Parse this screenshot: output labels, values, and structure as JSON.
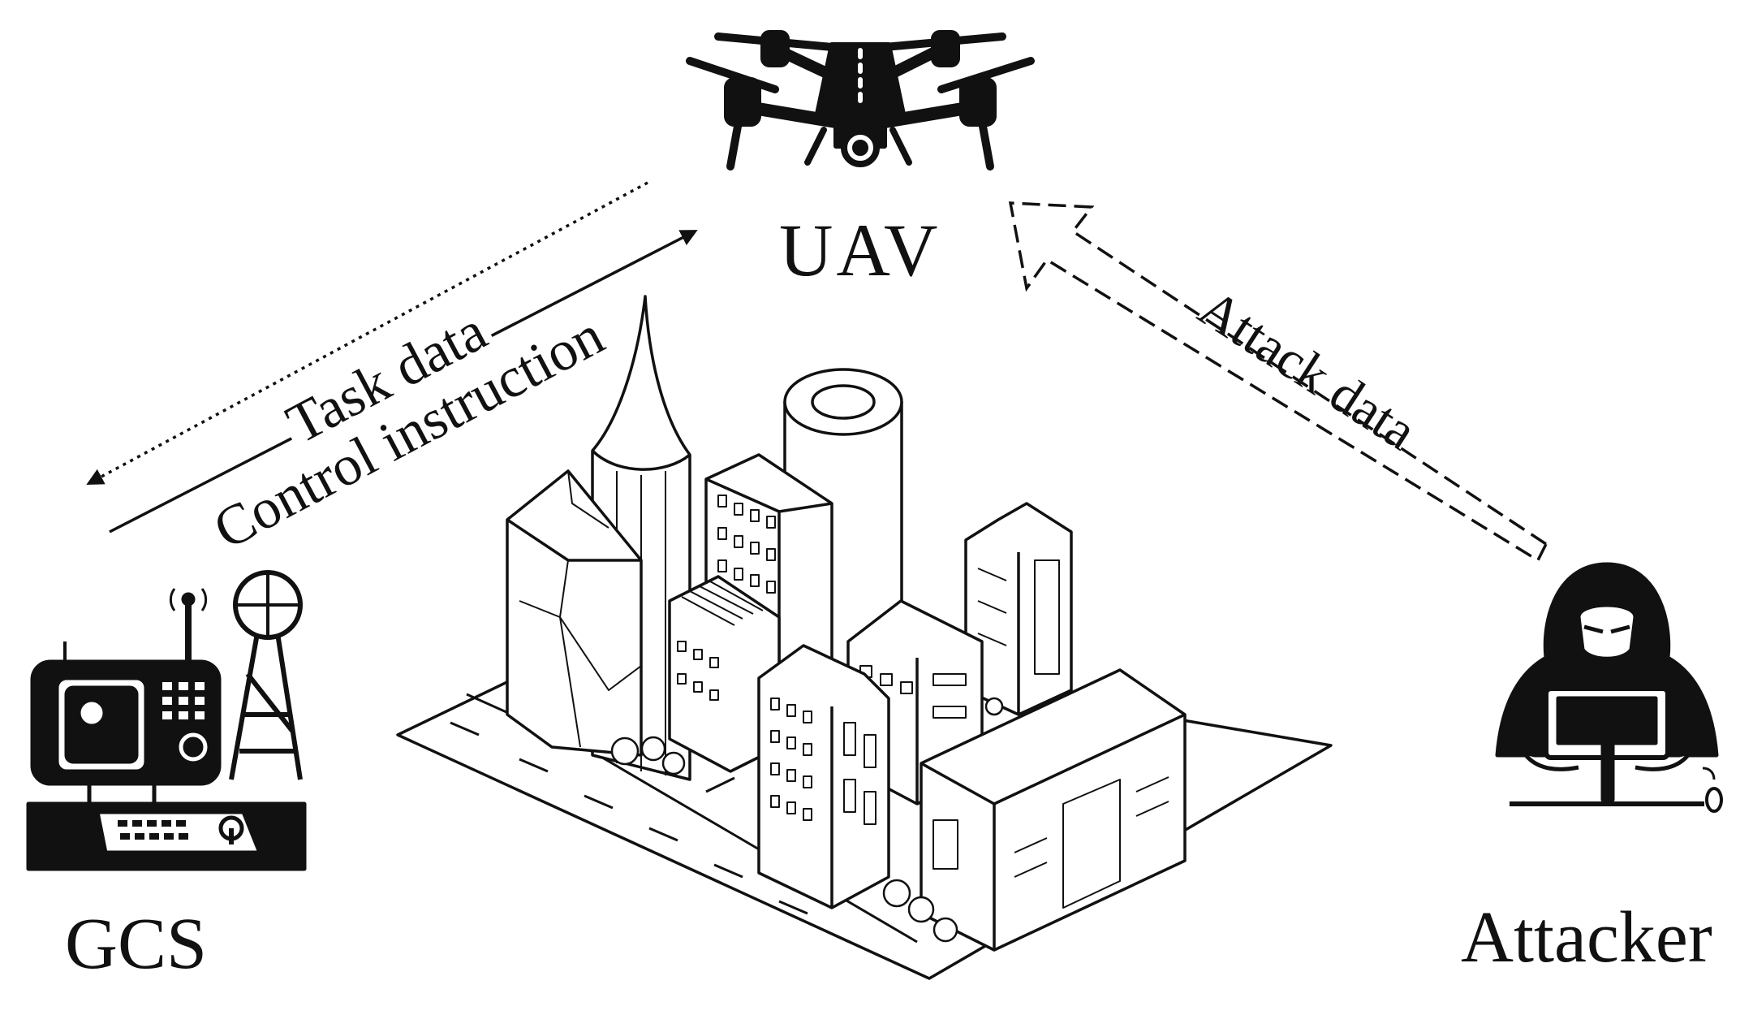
{
  "nodes": {
    "uav": {
      "label": "UAV",
      "icon": "drone-icon"
    },
    "gcs": {
      "label": "GCS",
      "icon": "ground-control-station-icon"
    },
    "attacker": {
      "label": "Attacker",
      "icon": "hacker-icon"
    },
    "city": {
      "icon": "city-block-icon"
    }
  },
  "edges": {
    "task_data": {
      "label": "Task data",
      "from": "UAV",
      "to": "GCS",
      "style": "dotted"
    },
    "control_instruction": {
      "label": "Control instruction",
      "from": "GCS",
      "to": "UAV",
      "style": "solid"
    },
    "attack_data": {
      "label": "Attack data",
      "from": "Attacker",
      "to": "UAV",
      "style": "dashed"
    }
  },
  "colors": {
    "ink": "#111111",
    "background": "#ffffff"
  }
}
